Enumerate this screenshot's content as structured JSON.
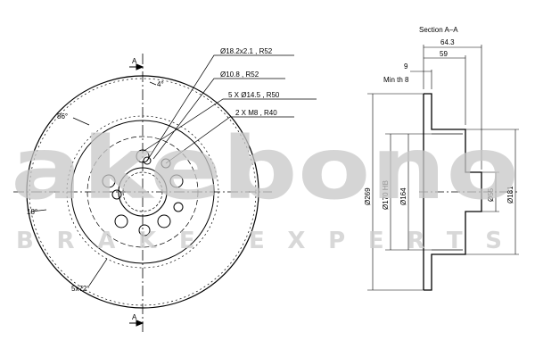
{
  "front_view": {
    "section_marker": "A",
    "callouts": {
      "hole_large": "Ø18.2x2.1 , R52",
      "hole_small": "Ø10.8 , R52",
      "bolt_holes": "5 X Ø14.5 , R50",
      "threaded": "2 X M8 , R40"
    },
    "angles": {
      "top": "4°",
      "upper_left": "86°",
      "left": "18°",
      "bolt_pattern": "5x72°"
    }
  },
  "section_view": {
    "title": "Section A–A",
    "dims": {
      "height": "64.3",
      "hat_depth": "59",
      "thickness": "9",
      "min_thickness": "Min th 8",
      "outer_diameter": "Ø269",
      "hat_diameter": "Ø170 HB",
      "inner_diameter": "Ø164",
      "center_bore": "Ø55",
      "hub_diameter": "Ø181"
    }
  },
  "watermark": {
    "brand": "akebono",
    "tagline": "BRAKE EXPERTS",
    "color": "#c8c8c8"
  }
}
